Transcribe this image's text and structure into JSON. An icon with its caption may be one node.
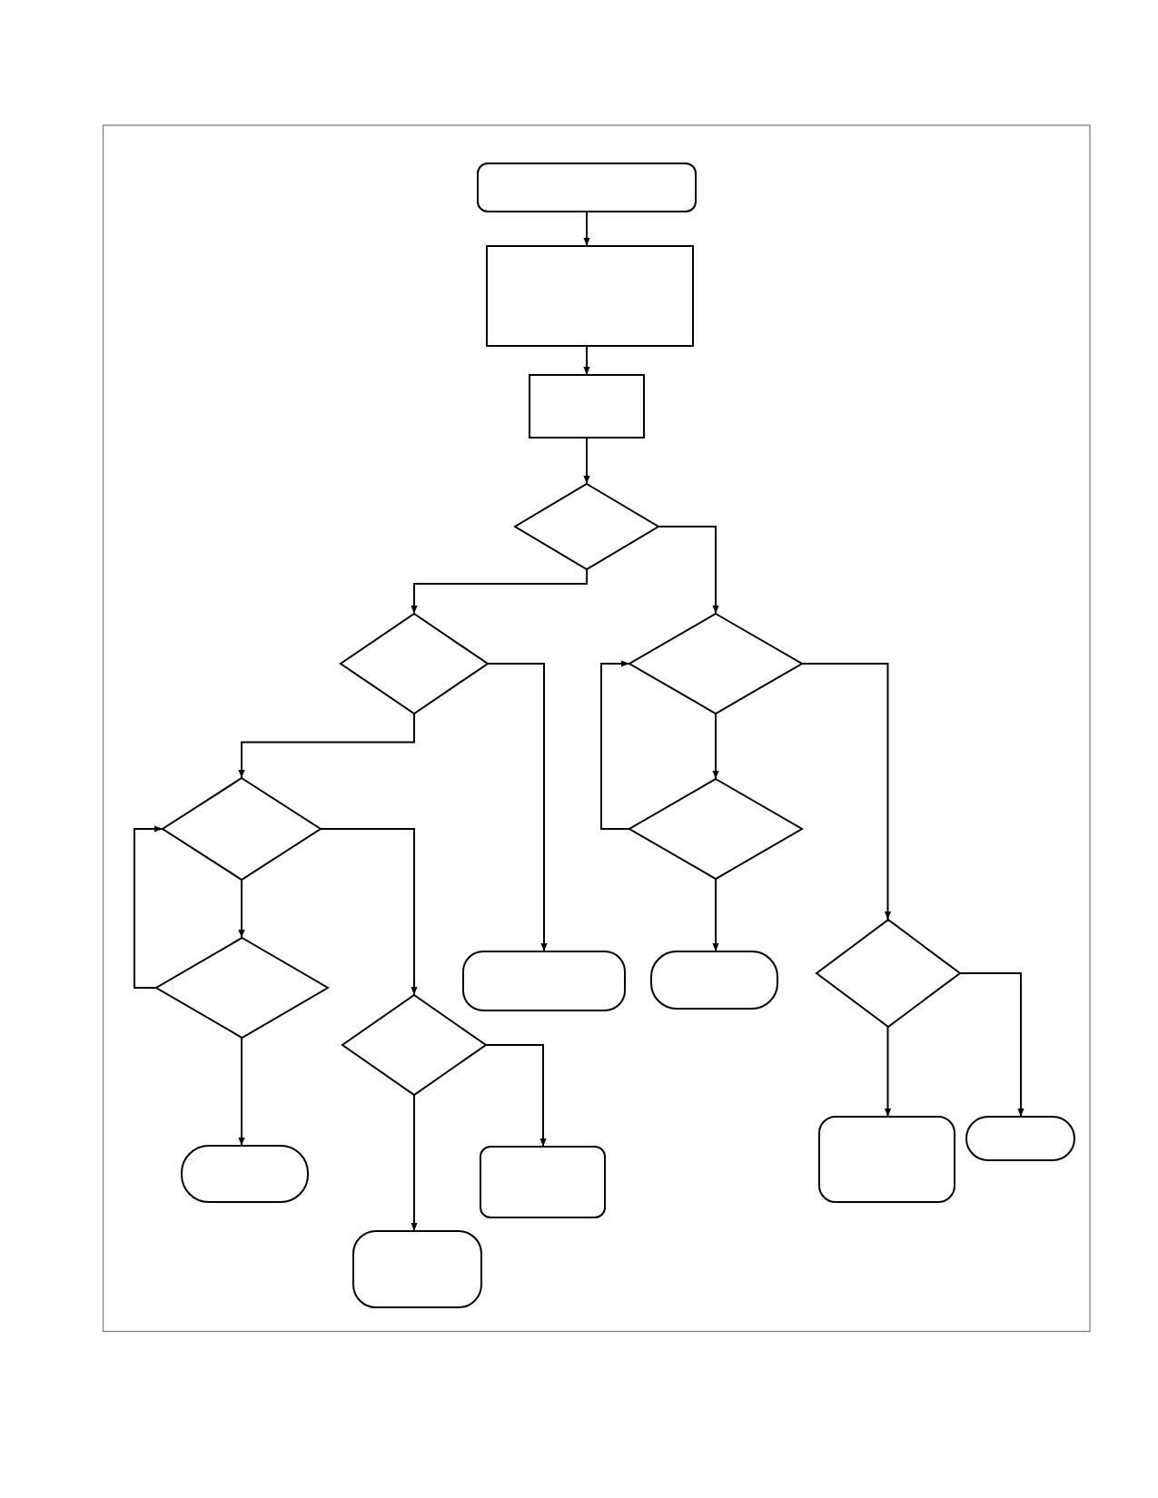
{
  "diagram": {
    "nodes": [
      {
        "text": [],
        "shape": "rounded"
      },
      {
        "text": [],
        "shape": "box"
      },
      {
        "text": [],
        "shape": "box"
      },
      {
        "text": [],
        "shape": "diamond"
      },
      {
        "text": [],
        "shape": "diamond"
      },
      {
        "text": [],
        "shape": "diamond"
      },
      {
        "text": [],
        "shape": "diamond"
      },
      {
        "text": [],
        "shape": "diamond"
      },
      {
        "text": [],
        "shape": "rounded"
      },
      {
        "text": [],
        "shape": "rounded"
      },
      {
        "text": [],
        "shape": "diamond"
      },
      {
        "text": [],
        "shape": "diamond"
      },
      {
        "text": [],
        "shape": "diamond"
      },
      {
        "text": [],
        "shape": "rounded"
      },
      {
        "text": [],
        "shape": "rounded"
      },
      {
        "text": [],
        "shape": "rounded"
      },
      {
        "text": [],
        "shape": "rounded"
      },
      {
        "text": [],
        "shape": "rounded"
      }
    ],
    "edges": [
      {
        "from": 0,
        "to": 1,
        "arrow": "to"
      },
      {
        "from": 1,
        "to": 2,
        "arrow": "to"
      },
      {
        "from": 2,
        "to": 3,
        "arrow": "to"
      },
      {
        "from": 3,
        "to": 4,
        "arrow": "to"
      },
      {
        "from": 3,
        "to": 5,
        "arrow": "to"
      },
      {
        "from": 4,
        "to": 6,
        "arrow": "to"
      },
      {
        "from": 4,
        "to": 8,
        "arrow": "to"
      },
      {
        "from": 5,
        "to": 7,
        "arrow": "to"
      },
      {
        "from": 5,
        "to": 10,
        "arrow": "to"
      },
      {
        "from": 6,
        "to": 11,
        "arrow": "to"
      },
      {
        "from": 6,
        "to": 12,
        "arrow": "to"
      },
      {
        "from": 11,
        "to": 6,
        "arrow": "to"
      },
      {
        "from": 7,
        "to": 5,
        "arrow": "to"
      },
      {
        "from": 7,
        "to": 9,
        "arrow": "to"
      },
      {
        "from": 10,
        "to": 13,
        "arrow": "to"
      },
      {
        "from": 10,
        "to": 14,
        "arrow": "to"
      },
      {
        "from": 11,
        "to": 15,
        "arrow": "to"
      },
      {
        "from": 12,
        "to": 16,
        "arrow": "to"
      },
      {
        "from": 12,
        "to": 17,
        "arrow": "to"
      }
    ]
  }
}
